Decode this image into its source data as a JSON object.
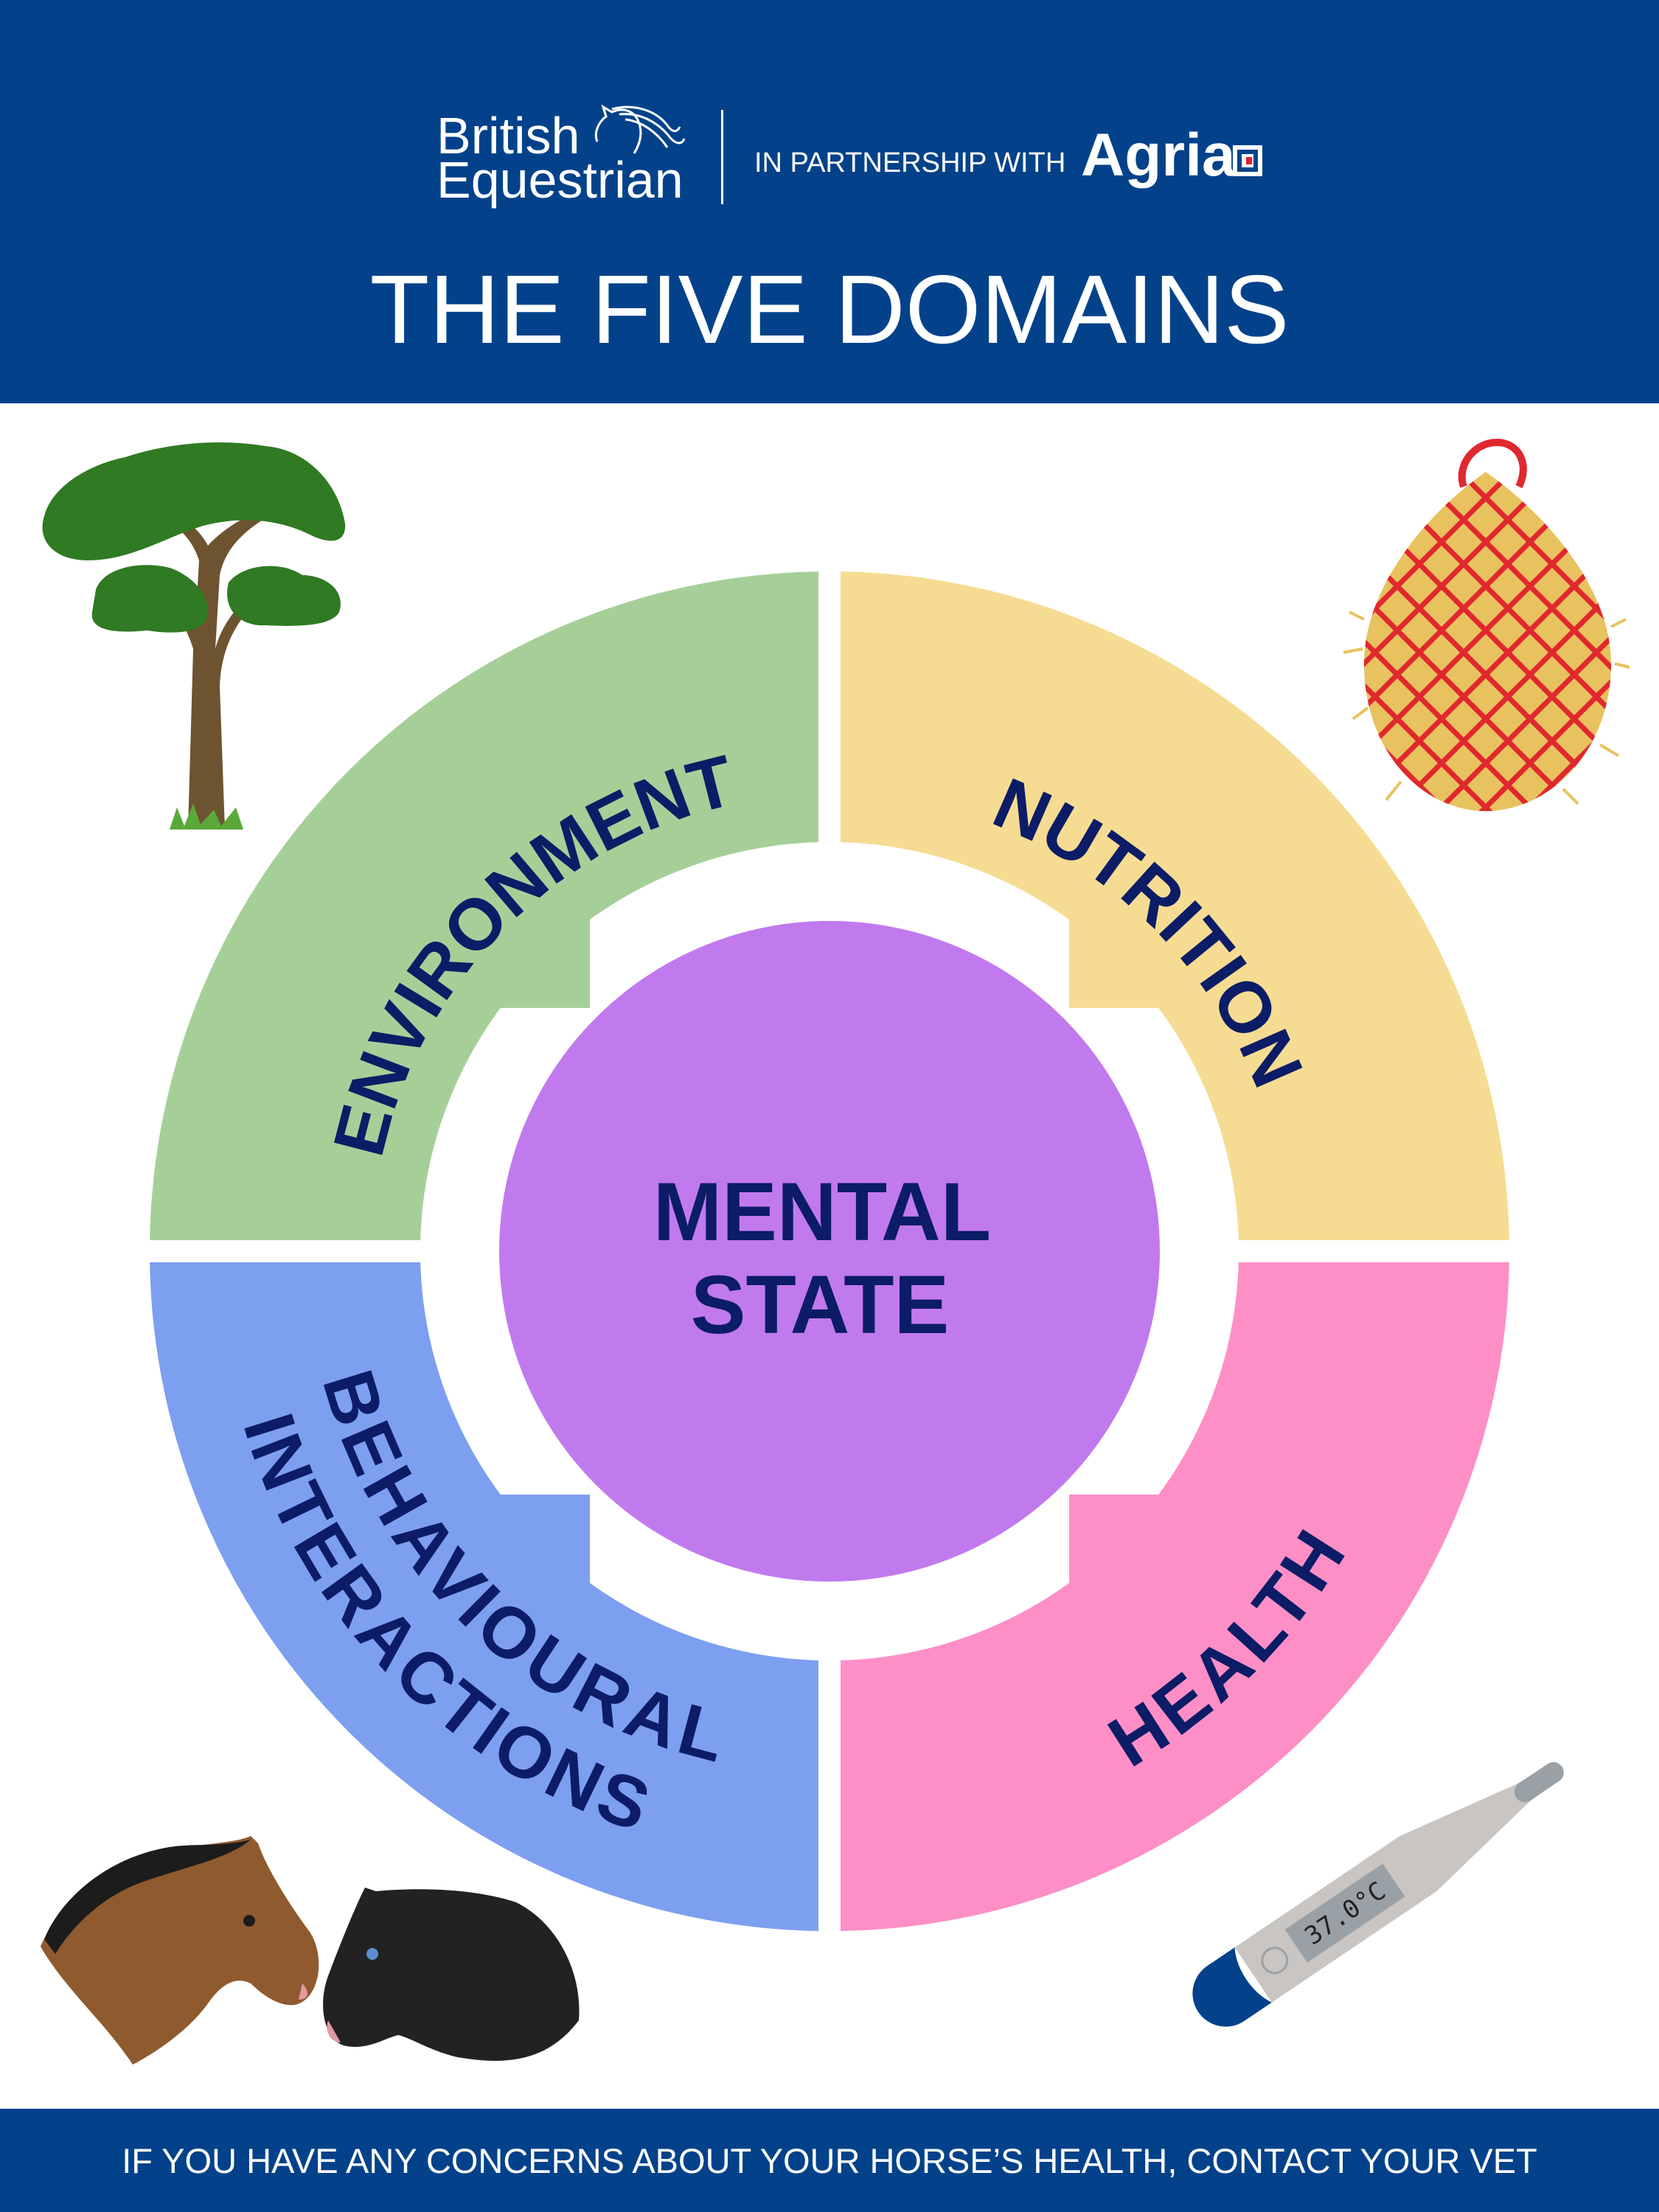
{
  "header": {
    "brand_line1": "British",
    "brand_line2": "Equestrian",
    "partnership": "IN PARTNERSHIP WITH",
    "partner": "Agria",
    "title": "THE FIVE DOMAINS"
  },
  "domains": {
    "environment": "ENVIRONMENT",
    "nutrition": "NUTRITION",
    "health": "HEALTH",
    "behavioural_line1": "BEHAVIOURAL",
    "behavioural_line2": "INTERACTIONS",
    "center_line1": "MENTAL",
    "center_line2": "STATE"
  },
  "thermometer_reading": "37.0°C",
  "footer": {
    "text": "IF YOU HAVE ANY CONCERNS ABOUT YOUR HORSE’S HEALTH, CONTACT YOUR VET"
  },
  "colors": {
    "brand_blue": "#03428a",
    "environment": "#a6cf98",
    "nutrition": "#f6dc92",
    "health": "#fd8fc6",
    "behavioural": "#7d9ff0",
    "mental_state": "#c17aee",
    "label_text": "#0d1c66"
  }
}
